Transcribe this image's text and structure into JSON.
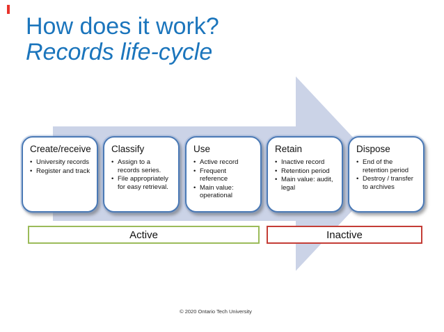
{
  "slide": {
    "title_line1": "How does it work?",
    "title_line2": "Records life-cycle",
    "title_color": "#1b75bc",
    "footer": "© 2020 Ontario Tech University",
    "accent_mark_color": "#e8342c"
  },
  "lifecycle": {
    "type": "process-arrow",
    "arrow_color": "#cbd3e7",
    "box_border_color": "#4a79b5",
    "stages": [
      {
        "title": "Create/receive",
        "bullets": [
          "University records",
          "Register and track"
        ]
      },
      {
        "title": "Classify",
        "bullets": [
          "Assign to a records series.",
          "File appropriately for easy retrieval."
        ]
      },
      {
        "title": "Use",
        "bullets": [
          "Active record",
          "Frequent reference",
          "Main value: operational"
        ]
      },
      {
        "title": "Retain",
        "bullets": [
          "Inactive record",
          "Retention period",
          "Main value: audit, legal"
        ]
      },
      {
        "title": "Dispose",
        "bullets": [
          "End of the retention period",
          "Destroy / transfer to archives"
        ]
      }
    ],
    "phases": [
      {
        "label": "Active",
        "border_color": "#9bbb59"
      },
      {
        "label": "Inactive",
        "border_color": "#c43c35"
      }
    ]
  }
}
